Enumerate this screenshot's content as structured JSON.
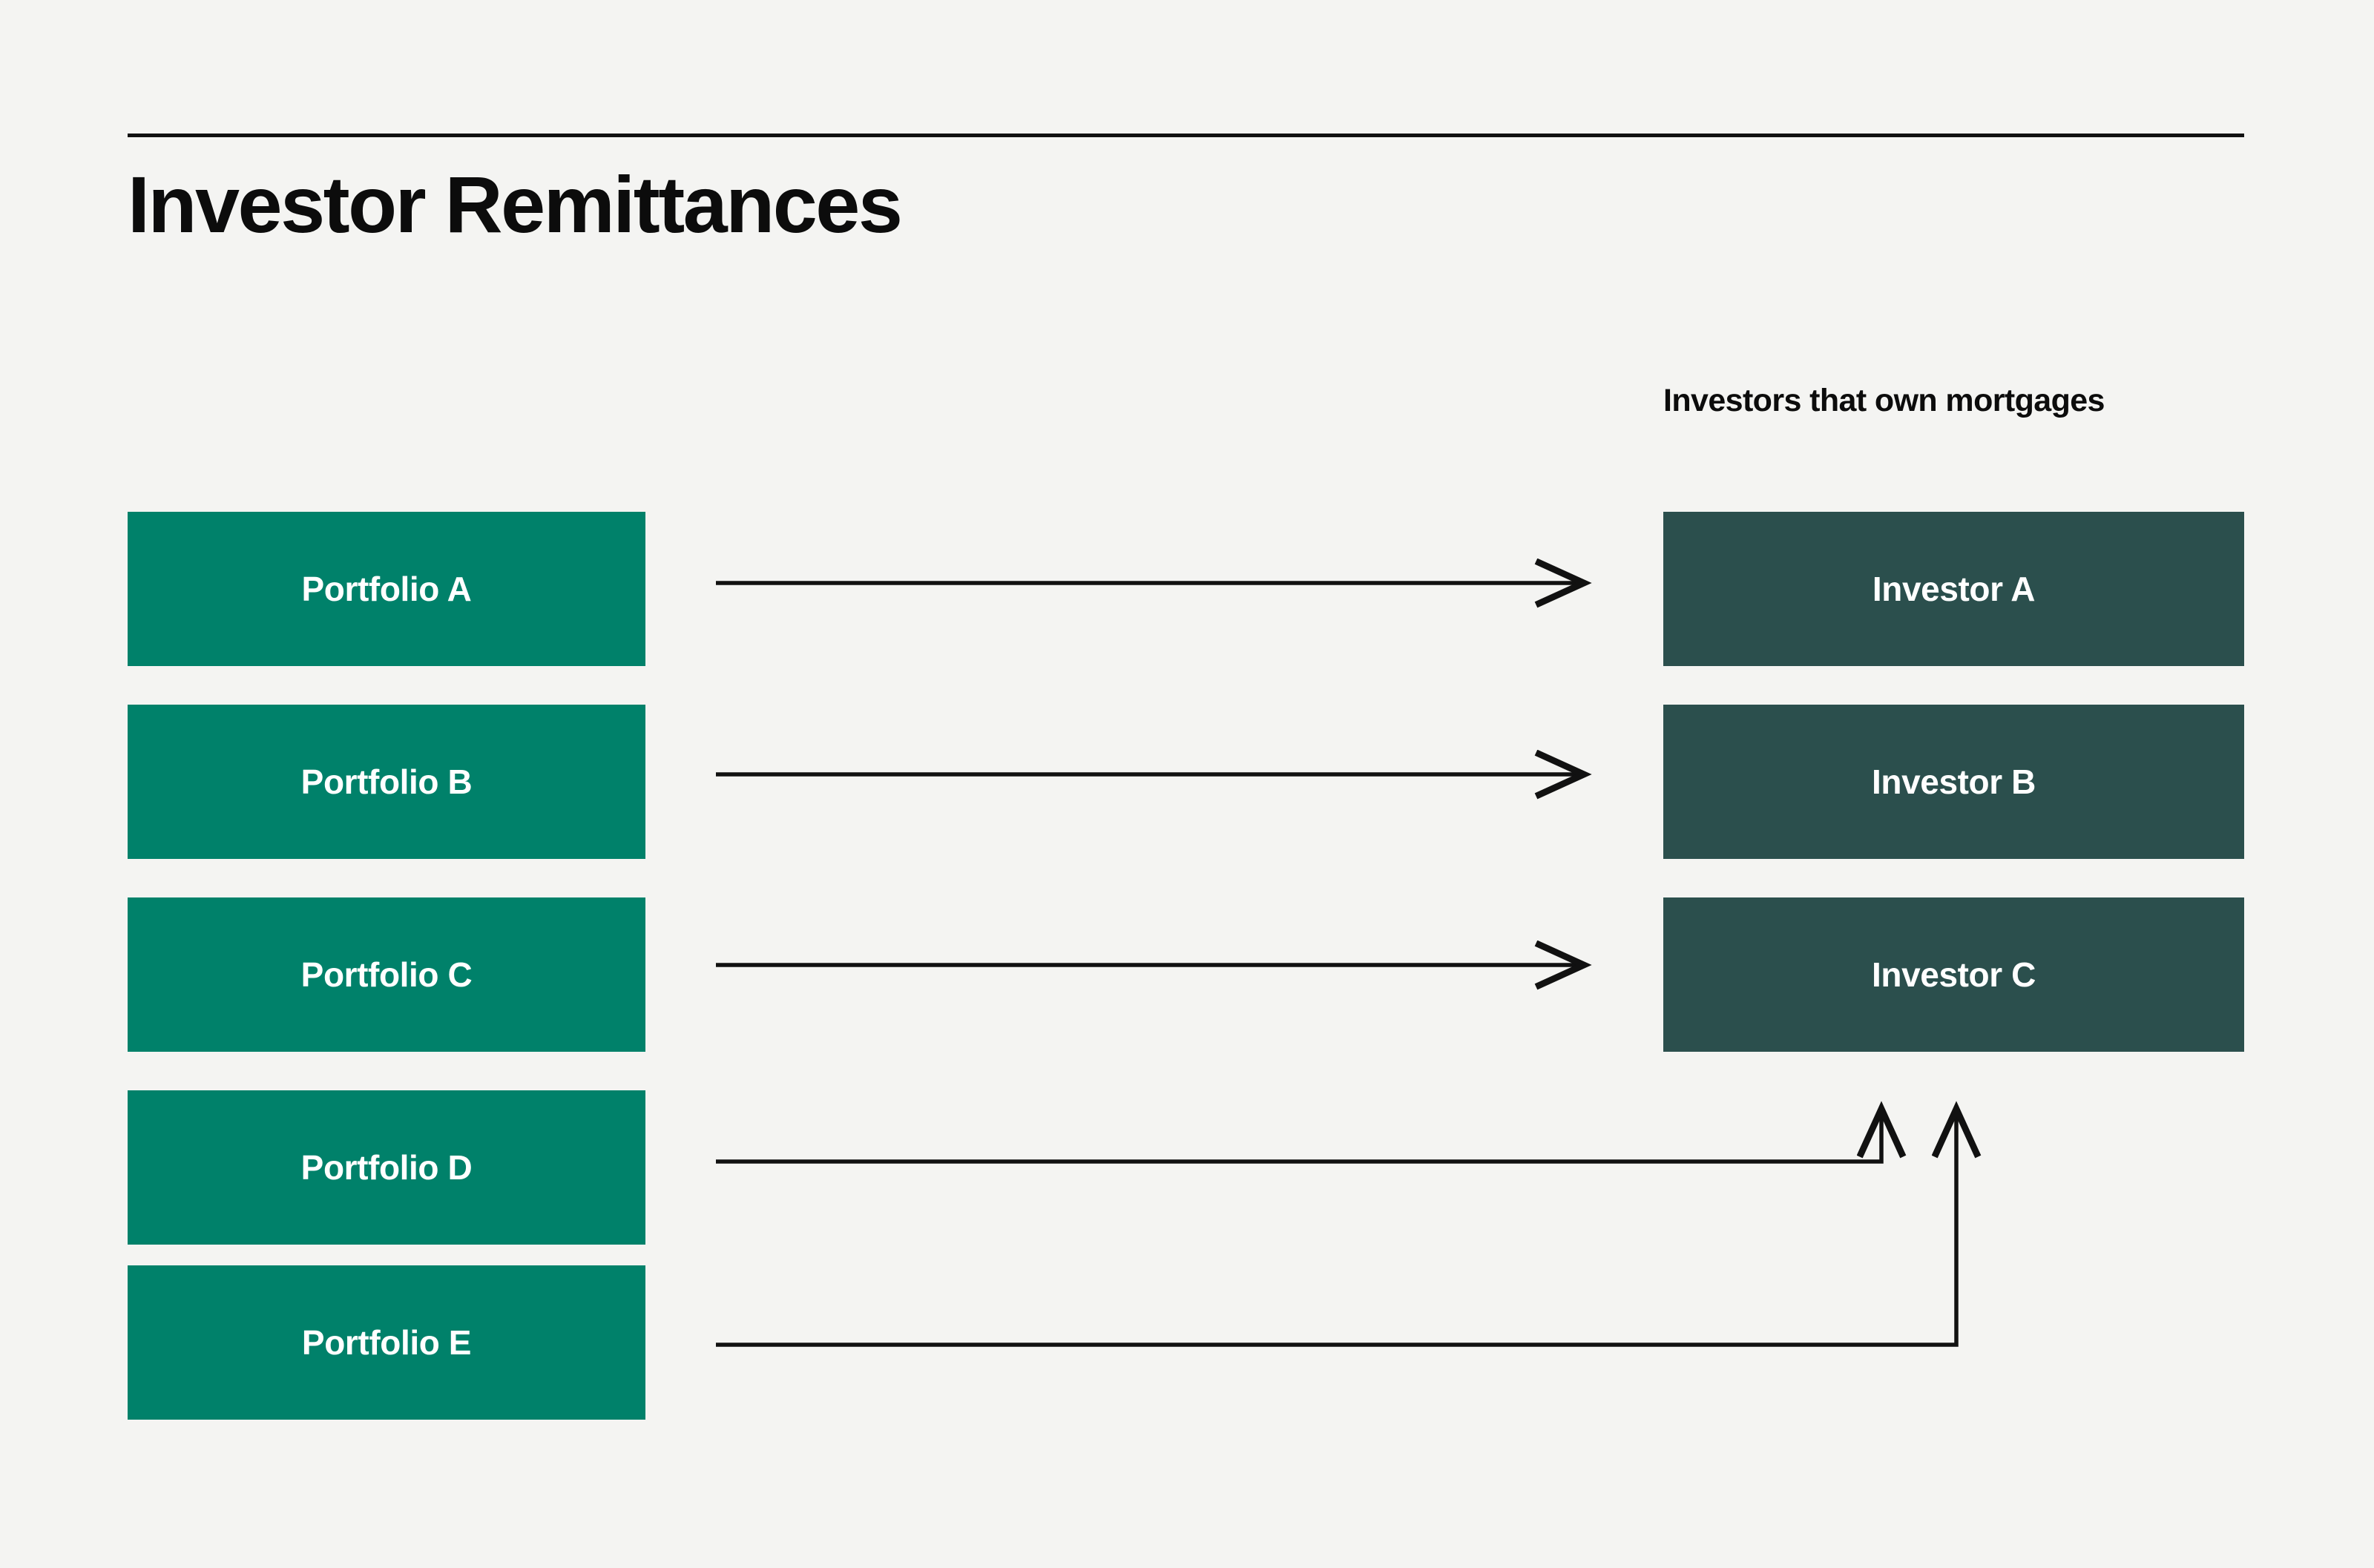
{
  "page": {
    "title": "Investor Remittances",
    "background_color": "#f4f4f2",
    "rule_color": "#111111"
  },
  "colors": {
    "portfolio_box": "#00816a",
    "investor_box": "#2b4f4d",
    "box_text": "#ffffff",
    "connector": "#111111",
    "heading_text": "#0c0c0c"
  },
  "left_column": {
    "caption": "",
    "items": [
      {
        "label": "Portfolio A"
      },
      {
        "label": "Portfolio B"
      },
      {
        "label": "Portfolio C"
      },
      {
        "label": "Portfolio D"
      },
      {
        "label": "Portfolio E"
      }
    ]
  },
  "right_column": {
    "caption": "Investors that own mortgages",
    "items": [
      {
        "label": "Investor A"
      },
      {
        "label": "Investor B"
      },
      {
        "label": "Investor C"
      }
    ]
  },
  "connections": [
    {
      "from": "Portfolio A",
      "to": "Investor A",
      "shape": "straight"
    },
    {
      "from": "Portfolio B",
      "to": "Investor B",
      "shape": "straight"
    },
    {
      "from": "Portfolio C",
      "to": "Investor C",
      "shape": "straight"
    },
    {
      "from": "Portfolio D",
      "to": "Investor C",
      "shape": "elbow-up"
    },
    {
      "from": "Portfolio E",
      "to": "Investor C",
      "shape": "elbow-up"
    }
  ]
}
